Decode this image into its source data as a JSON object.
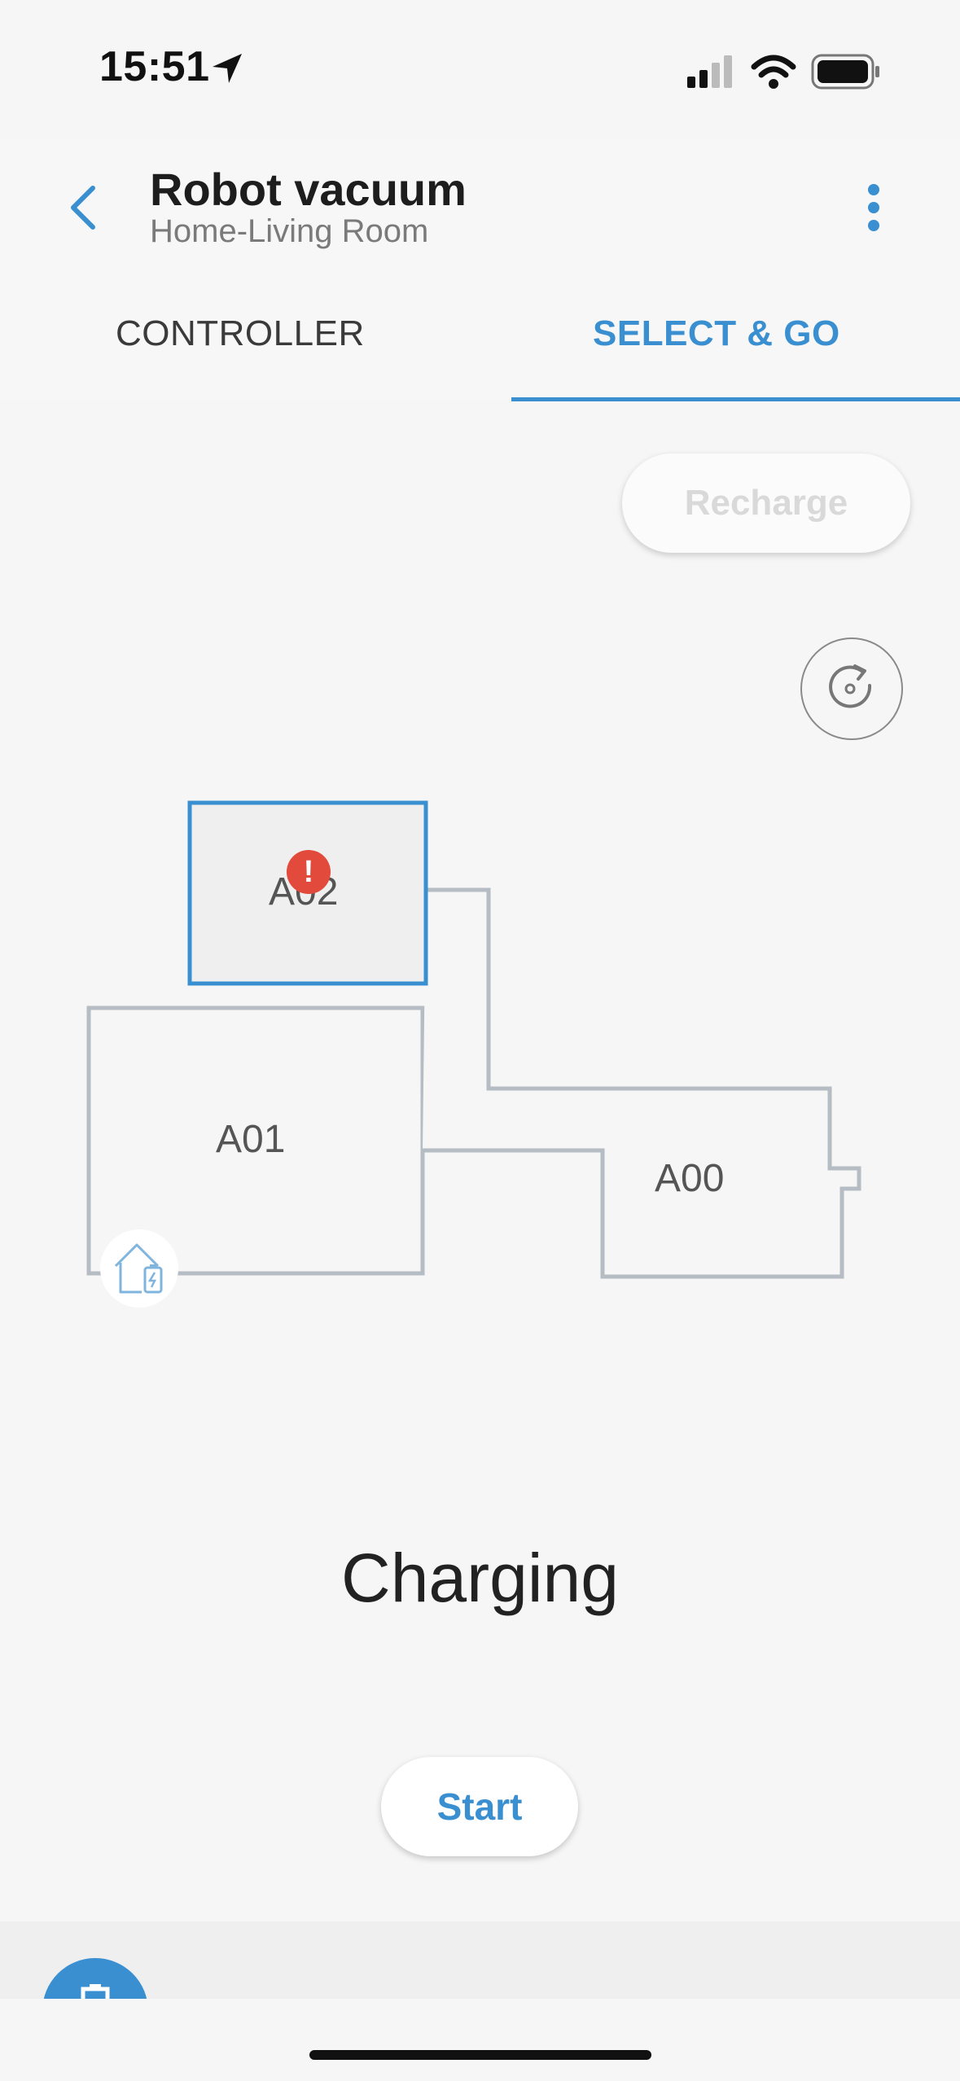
{
  "status_bar": {
    "time": "15:51",
    "icons": [
      "location-arrow-icon",
      "signal-icon",
      "wifi-icon",
      "battery-icon"
    ]
  },
  "header": {
    "title": "Robot vacuum",
    "subtitle": "Home-Living Room",
    "back_icon": "chevron-left-icon",
    "menu_icon": "more-vertical-icon"
  },
  "tabs": [
    {
      "label": "CONTROLLER",
      "active": false
    },
    {
      "label": "SELECT & GO",
      "active": true
    }
  ],
  "actions": {
    "recharge_label": "Recharge",
    "recharge_enabled": false,
    "reset_icon": "reset-map-icon",
    "start_label": "Start"
  },
  "map": {
    "rooms": [
      {
        "label": "A02",
        "selected": true,
        "error": true
      },
      {
        "label": "A01",
        "selected": false,
        "error": false
      },
      {
        "label": "A00",
        "selected": false,
        "error": false
      }
    ],
    "error_symbol": "!",
    "dock_icon": "charging-dock-icon"
  },
  "status": {
    "text": "Charging"
  },
  "colors": {
    "accent": "#3a8fd1",
    "error": "#e24a3b",
    "room_outline": "#b5bcc3",
    "selected_fill": "#efefef"
  }
}
